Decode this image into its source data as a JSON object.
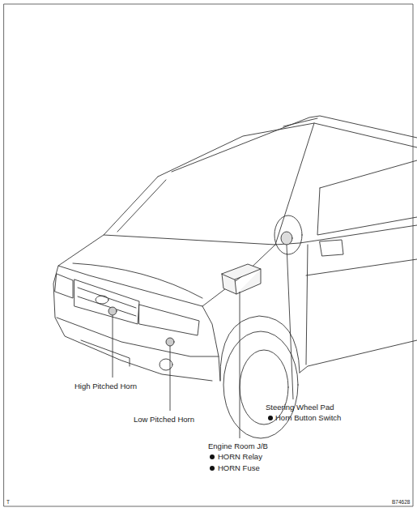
{
  "diagram": {
    "labels": [
      "High Pitched Horn",
      "Low Pitched Horn",
      "Engine Room J/B",
      "HORN Relay",
      "HORN Fuse",
      "Steering Wheel Pad",
      "Horn Button Switch",
      "T",
      "B74628"
    ]
  }
}
